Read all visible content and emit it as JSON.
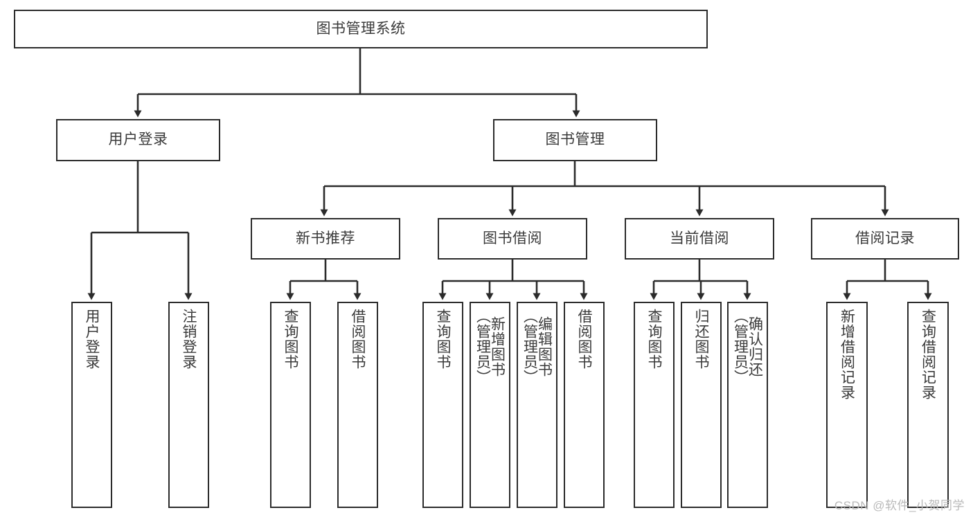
{
  "diagram": {
    "title_node": {
      "label": "图书管理系统"
    },
    "level1": [
      {
        "id": "user-login",
        "label": "用户登录"
      },
      {
        "id": "book-manage",
        "label": "图书管理"
      }
    ],
    "level2": [
      {
        "id": "new-book-recommend",
        "label": "新书推荐"
      },
      {
        "id": "book-borrow",
        "label": "图书借阅"
      },
      {
        "id": "current-borrow",
        "label": "当前借阅"
      },
      {
        "id": "borrow-record",
        "label": "借阅记录"
      }
    ],
    "leaves": [
      {
        "id": "leaf-user-login",
        "label": "用户登录"
      },
      {
        "id": "leaf-logout",
        "label": "注销登录"
      },
      {
        "id": "leaf-query-book-1",
        "label": "查询图书"
      },
      {
        "id": "leaf-borrow-book-1",
        "label": "借阅图书"
      },
      {
        "id": "leaf-query-book-2",
        "label": "查询图书"
      },
      {
        "id": "leaf-add-book",
        "label": "新增图书\n（管理员）"
      },
      {
        "id": "leaf-edit-book",
        "label": "编辑图书\n（管理员）"
      },
      {
        "id": "leaf-borrow-book-2",
        "label": "借阅图书"
      },
      {
        "id": "leaf-query-book-3",
        "label": "查询图书"
      },
      {
        "id": "leaf-return-book",
        "label": "归还图书"
      },
      {
        "id": "leaf-confirm-return",
        "label": "确认归还\n（管理员）"
      },
      {
        "id": "leaf-add-record",
        "label": "新增借阅记录"
      },
      {
        "id": "leaf-query-record",
        "label": "查询借阅记录"
      }
    ]
  },
  "watermark": {
    "text": "CSDN @软件_小贺同学"
  },
  "colors": {
    "border": "#2b2b2b",
    "text": "#3a3a3a",
    "background": "#ffffff",
    "watermark": "#b9b9b9"
  }
}
